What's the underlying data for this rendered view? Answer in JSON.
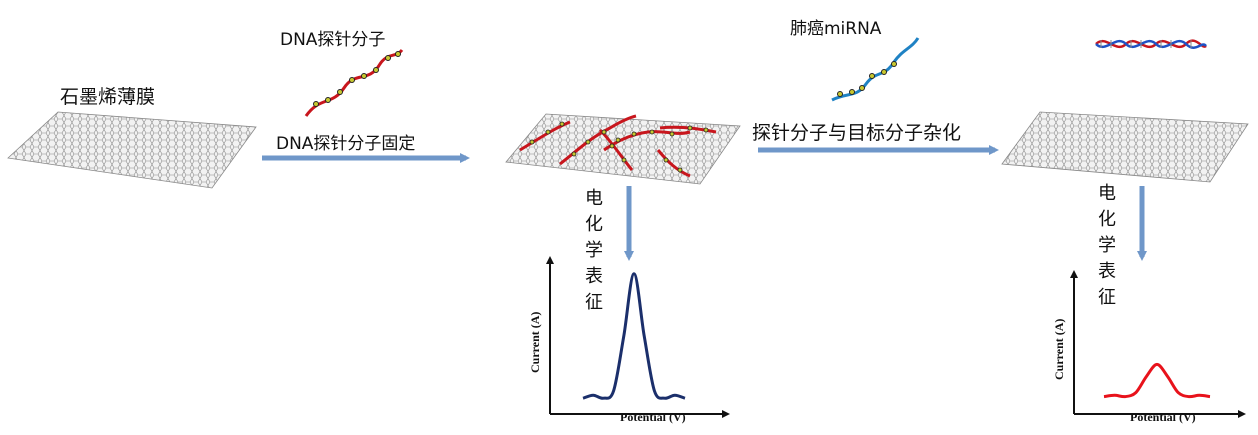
{
  "labels": {
    "graphene_film": "石墨烯薄膜",
    "dna_probe": "DNA探针分子",
    "probe_fixation": "DNA探针分子固定",
    "lung_cancer_mirna": "肺癌miRNA",
    "hybridization": "探针分子与目标分子杂化",
    "electrochem_1": [
      "电",
      "化",
      "学",
      "表",
      "征"
    ],
    "electrochem_2": [
      "电",
      "化",
      "学",
      "表",
      "征"
    ]
  },
  "colors": {
    "arrow_blue": "#6f97c9",
    "arrow_edge": "#4f77a9",
    "probe_red": "#c8161d",
    "target_blue": "#1f82c4",
    "curve_high": "#1b2f6b",
    "curve_low": "#e8121b",
    "graphene": "#9a9a9a"
  },
  "chart_data": [
    {
      "type": "line",
      "xlabel": "Potential (V)",
      "ylabel": "Current (A)",
      "series": [
        {
          "values": [
            0.08,
            0.1,
            0.08,
            0.13,
            0.5,
            0.92,
            0.5,
            0.13,
            0.08,
            0.1,
            0.08
          ]
        }
      ],
      "x": [
        0,
        0.1,
        0.2,
        0.3,
        0.4,
        0.5,
        0.6,
        0.7,
        0.8,
        0.9,
        1.0
      ],
      "ylim": [
        0,
        1
      ]
    },
    {
      "type": "line",
      "xlabel": "Potential (V)",
      "ylabel": "Current (A)",
      "series": [
        {
          "values": [
            0.1,
            0.11,
            0.1,
            0.13,
            0.25,
            0.34,
            0.25,
            0.13,
            0.1,
            0.11,
            0.1
          ]
        }
      ],
      "x": [
        0,
        0.1,
        0.2,
        0.3,
        0.4,
        0.5,
        0.6,
        0.7,
        0.8,
        0.9,
        1.0
      ],
      "ylim": [
        0,
        1
      ]
    }
  ]
}
